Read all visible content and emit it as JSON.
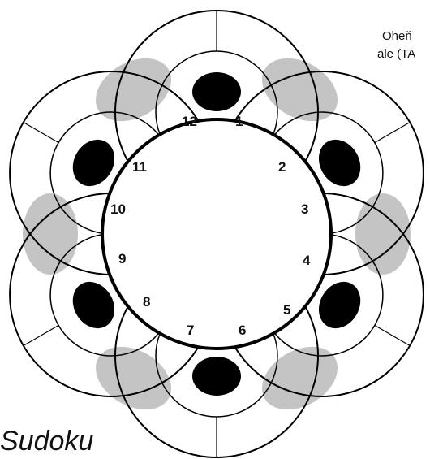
{
  "caption": {
    "line1": "Oheň",
    "line2": "ale (TA"
  },
  "title": "Sudoku",
  "dial": {
    "numbers": [
      "12",
      "1",
      "2",
      "3",
      "4",
      "5",
      "6",
      "7",
      "8",
      "9",
      "10",
      "11"
    ]
  },
  "colors": {
    "line": "#000000",
    "shaded_gray": "#c4c4c4",
    "shaded_black": "#000000",
    "background": "#ffffff"
  }
}
